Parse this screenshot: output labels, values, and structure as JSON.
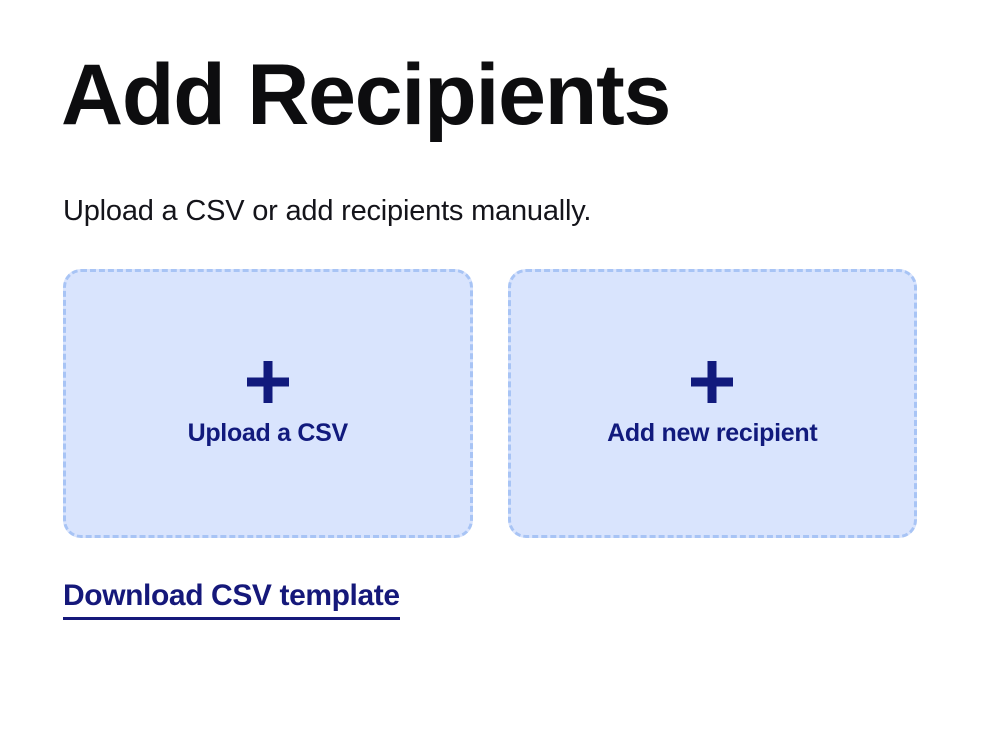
{
  "page": {
    "title": "Add Recipients",
    "subtitle": "Upload a CSV or add recipients manually.",
    "background_color": "#ffffff",
    "title_color": "#0d0d0f",
    "accent_navy": "#111a7d",
    "card_fill": "#d9e4fd",
    "card_border": "#a8c4f5"
  },
  "cards": [
    {
      "id": "upload-csv",
      "icon": "plus-icon",
      "label": "Upload a CSV"
    },
    {
      "id": "add-new-recipient",
      "icon": "plus-icon",
      "label": "Add new recipient"
    }
  ],
  "footer": {
    "download_template_label": "Download CSV template"
  }
}
